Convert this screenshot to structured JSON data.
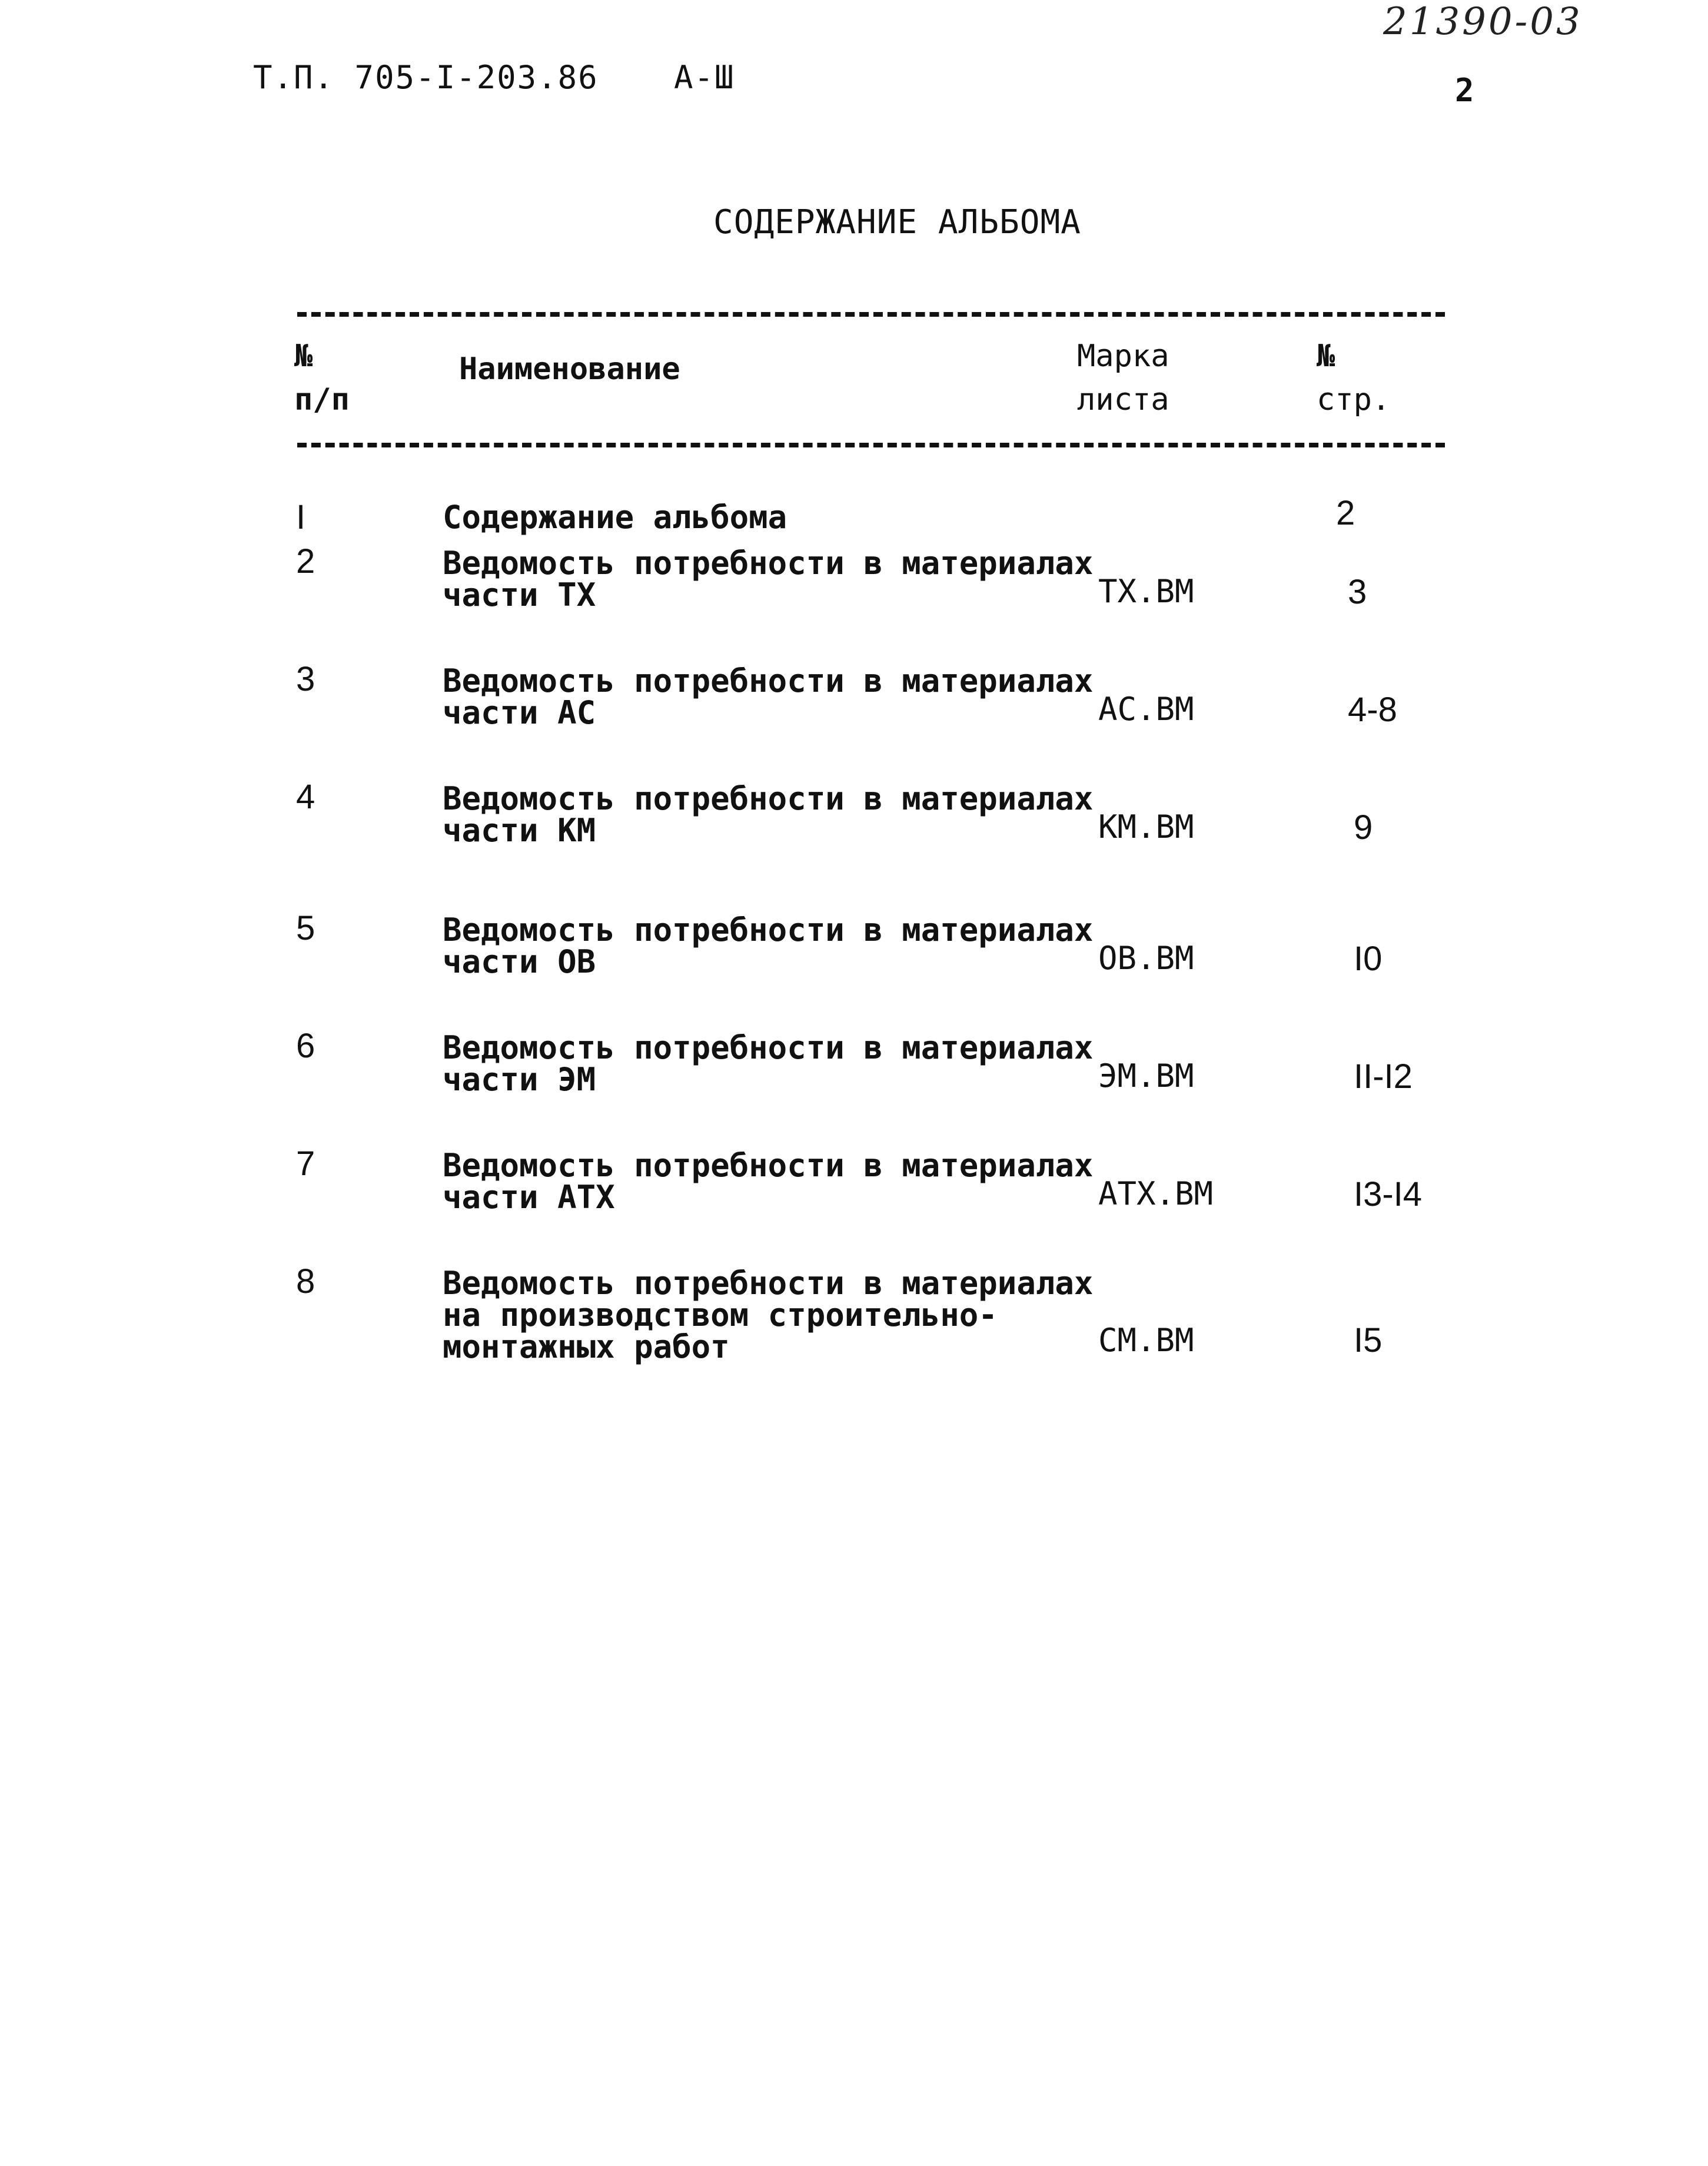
{
  "header": {
    "doc_code": "Т.П. 705-I-203.86",
    "album": "А-Ш",
    "archive_number": "21390-03",
    "page_number": "2"
  },
  "title": "СОДЕРЖАНИЕ АЛЬБОМА",
  "table": {
    "columns": {
      "no": [
        "№",
        "п/п"
      ],
      "name": "Наименование",
      "mark": [
        "Марка",
        "листа"
      ],
      "page": [
        "№",
        "стр."
      ]
    },
    "rows": [
      {
        "no": "I",
        "name": [
          "Содержание альбома"
        ],
        "mark": "",
        "page": "2"
      },
      {
        "no": "2",
        "name": [
          "Ведомость потребности в материалах",
          "части ТХ"
        ],
        "mark": "ТХ.ВМ",
        "page": "3"
      },
      {
        "no": "3",
        "name": [
          "Ведомость потребности в материалах",
          "части АС"
        ],
        "mark": "АС.ВМ",
        "page": "4-8"
      },
      {
        "no": "4",
        "name": [
          "Ведомость потребности в материалах",
          "части КМ"
        ],
        "mark": "КМ.ВМ",
        "page": "9"
      },
      {
        "no": "5",
        "name": [
          "Ведомость потребности в материалах",
          "части ОВ"
        ],
        "mark": "ОВ.ВМ",
        "page": "I0"
      },
      {
        "no": "6",
        "name": [
          "Ведомость потребности в материалах",
          "части ЭМ"
        ],
        "mark": "ЭМ.ВМ",
        "page": "II-I2"
      },
      {
        "no": "7",
        "name": [
          "Ведомость потребности в материалах",
          "части АТХ"
        ],
        "mark": "АТХ.ВМ",
        "page": "I3-I4"
      },
      {
        "no": "8",
        "name": [
          "Ведомость потребности в материалах",
          "на производством строительно-",
          "монтажных работ"
        ],
        "mark": "СМ.ВМ",
        "page": "I5"
      }
    ]
  }
}
